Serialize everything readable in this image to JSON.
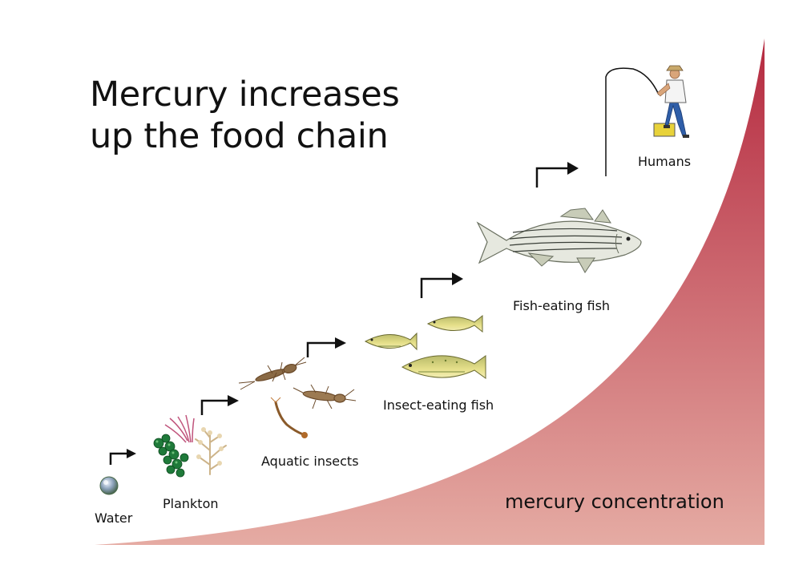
{
  "title_line1": "Mercury increases",
  "title_line2": "up the food chain",
  "stages": [
    {
      "label": "Water"
    },
    {
      "label": "Plankton"
    },
    {
      "label": "Aquatic insects"
    },
    {
      "label": "Insect-eating fish"
    },
    {
      "label": "Fish-eating fish"
    },
    {
      "label": "Humans"
    }
  ],
  "curve_caption": "mercury concentration",
  "colors": {
    "curve_top": "#b52a40",
    "curve_bottom": "#e3a49d",
    "arrow": "#111111"
  }
}
